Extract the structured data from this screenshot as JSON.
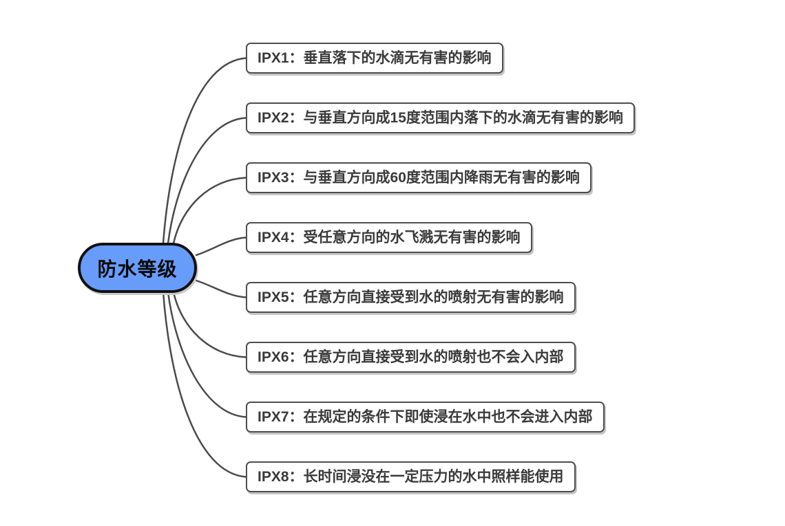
{
  "root": {
    "label": "防水等级"
  },
  "nodes": [
    {
      "id": "ipx1",
      "text": "IPX1：垂直落下的水滴无有害的影响"
    },
    {
      "id": "ipx2",
      "text": "IPX2：与垂直方向成15度范围内落下的水滴无有害的影响"
    },
    {
      "id": "ipx3",
      "text": "IPX3：与垂直方向成60度范围内降雨无有害的影响"
    },
    {
      "id": "ipx4",
      "text": "IPX4：受任意方向的水飞溅无有害的影响"
    },
    {
      "id": "ipx5",
      "text": "IPX5：任意方向直接受到水的喷射无有害的影响"
    },
    {
      "id": "ipx6",
      "text": "IPX6：任意方向直接受到水的喷射也不会入内部"
    },
    {
      "id": "ipx7",
      "text": "IPX7：在规定的条件下即使浸在水中也不会进入内部"
    },
    {
      "id": "ipx8",
      "text": "IPX8：长时间浸没在一定压力的水中照样能使用"
    }
  ],
  "colors": {
    "background": "#ffffff",
    "root_fill": "#689CFA",
    "root_border": "#111111",
    "connector": "#4a4a4a",
    "node_border": "#4d4d4d",
    "node_text": "#3a3a3a",
    "node_shadow": "#c4c4c4"
  }
}
